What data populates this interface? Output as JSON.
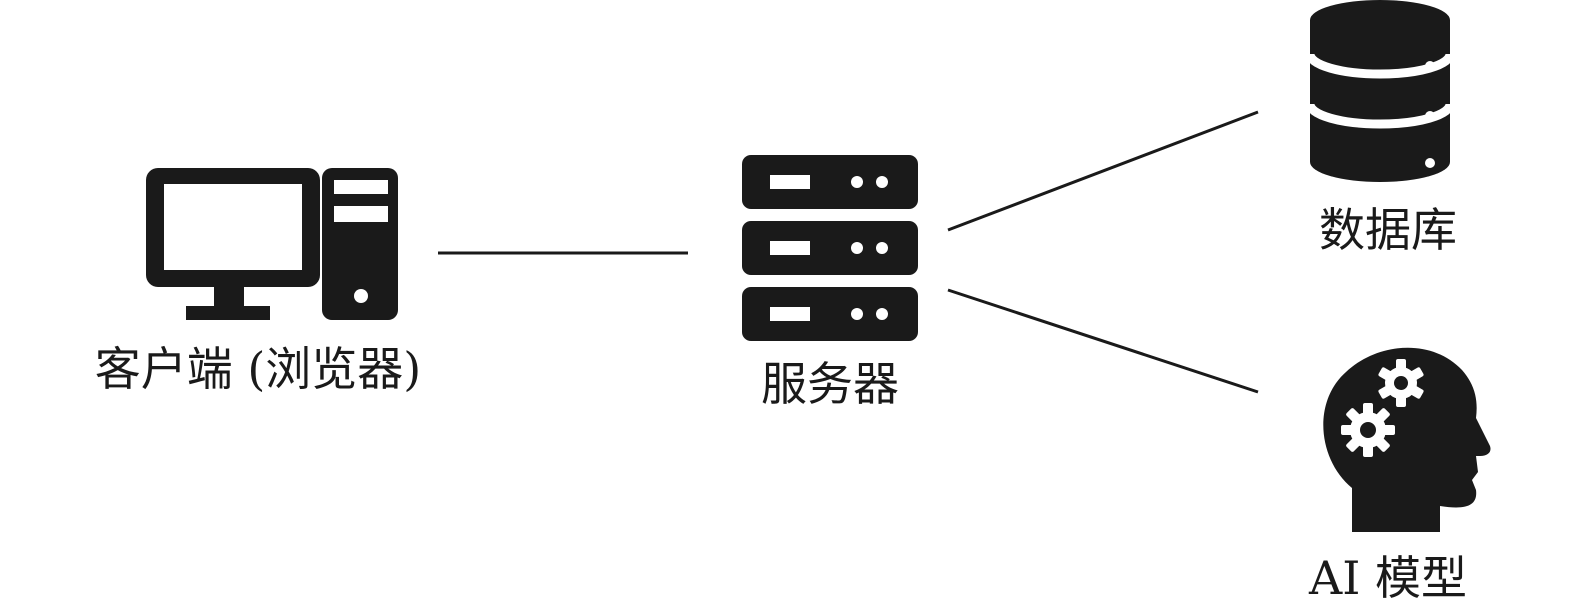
{
  "nodes": {
    "client": {
      "label": "客户端 (浏览器)",
      "icon": "desktop-computer-icon"
    },
    "server": {
      "label": "服务器",
      "icon": "server-rack-icon"
    },
    "database": {
      "label": "数据库",
      "icon": "database-icon"
    },
    "ai_model": {
      "label": "AI 模型",
      "icon": "ai-brain-gears-icon"
    }
  },
  "colors": {
    "icon": "#1a1a1a",
    "line": "#1a1a1a",
    "background": "#ffffff"
  }
}
